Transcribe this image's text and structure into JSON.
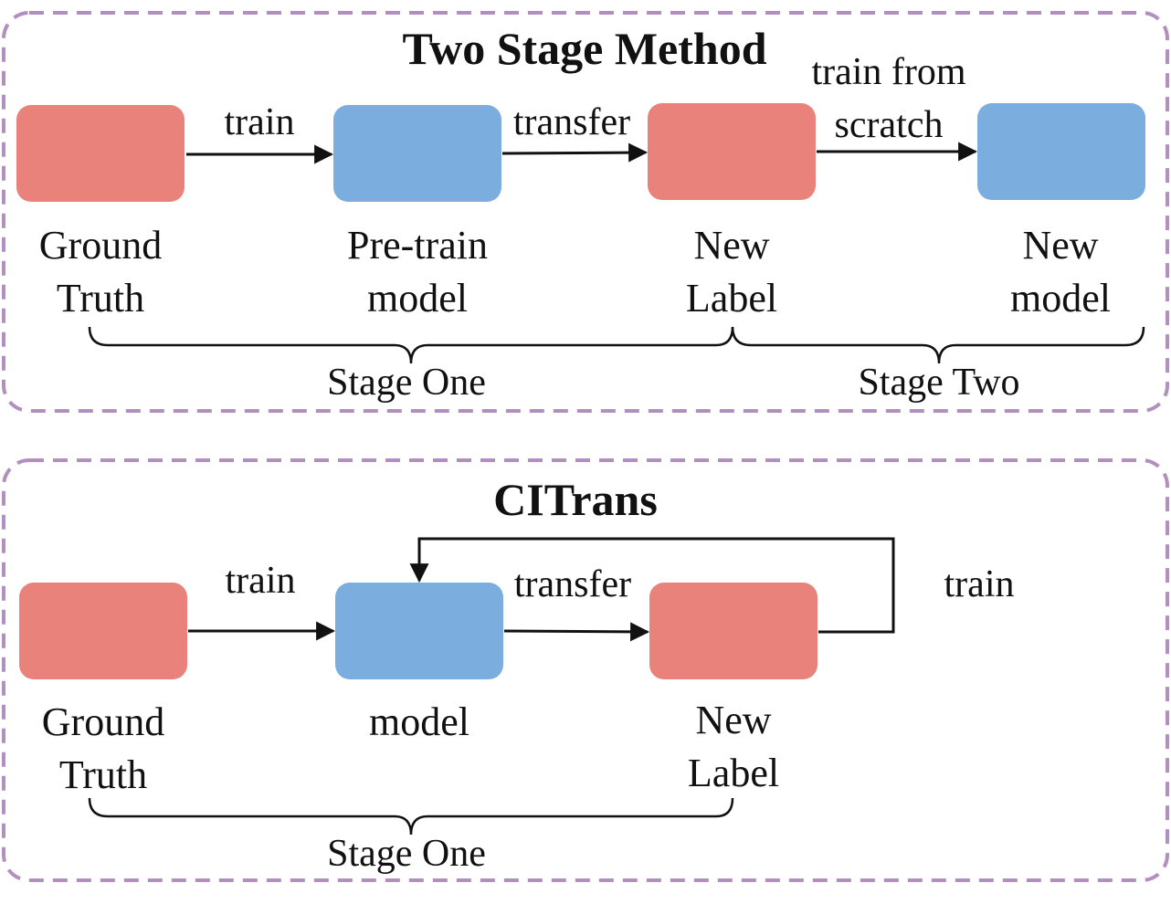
{
  "colors": {
    "red_box": "#E8827A",
    "blue_box": "#7BAEDE",
    "panel_border": "#B38FC0",
    "ink": "#111111"
  },
  "panels": {
    "two_stage": {
      "title": "Two Stage Method",
      "nodes": [
        {
          "label_line1": "Ground",
          "label_line2": "Truth"
        },
        {
          "label_line1": "Pre-train",
          "label_line2": "model"
        },
        {
          "label_line1": "New",
          "label_line2": "Label"
        },
        {
          "label_line1": "New",
          "label_line2": "model"
        }
      ],
      "edges": {
        "train": "train",
        "transfer": "transfer",
        "scratch_line1": "train from",
        "scratch_line2": "scratch"
      },
      "stages": {
        "one": "Stage One",
        "two": "Stage Two"
      }
    },
    "citrans": {
      "title": "CITrans",
      "nodes": [
        {
          "label_line1": "Ground",
          "label_line2": "Truth"
        },
        {
          "label_line1": "model"
        },
        {
          "label_line1": "New",
          "label_line2": "Label"
        }
      ],
      "edges": {
        "train": "train",
        "transfer": "transfer",
        "loop_train": "train"
      },
      "stages": {
        "one": "Stage One"
      }
    }
  }
}
